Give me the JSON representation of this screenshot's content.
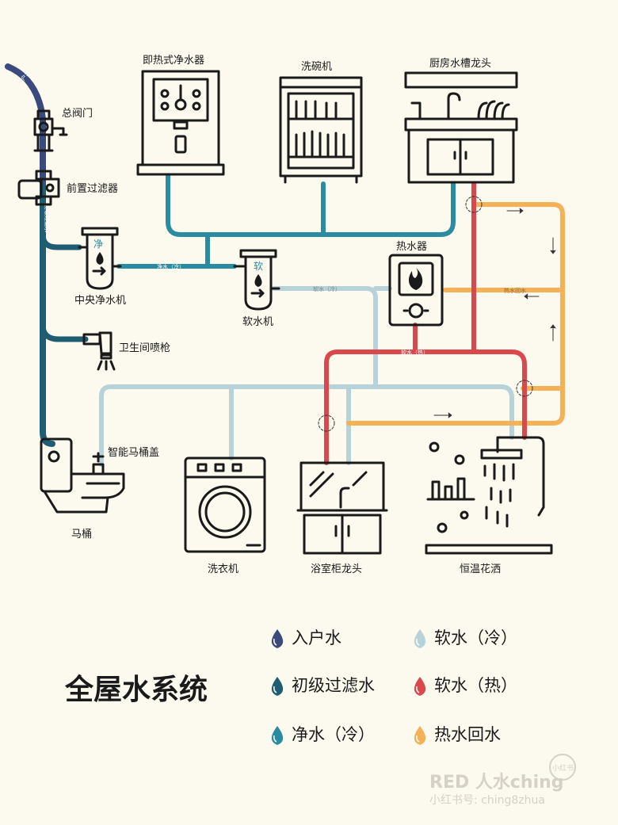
{
  "diagram": {
    "title": "全屋水系统",
    "nodes": {
      "main_valve": "总阀门",
      "pre_filter": "前置过滤器",
      "central_purifier": "中央净水机",
      "purifier_glyph": "净",
      "softener": "软水机",
      "softener_glyph": "软",
      "bidet_gun": "卫生间喷枪",
      "smart_seat": "智能马桶盖",
      "toilet": "马桶",
      "instant_purifier": "即热式净水器",
      "dishwasher": "洗碗机",
      "kitchen_faucet": "厨房水槽龙头",
      "water_heater": "热水器",
      "washing_machine": "洗衣机",
      "bath_cabinet_faucet": "浴室柜龙头",
      "thermo_shower": "恒温花洒"
    },
    "pipe_labels": {
      "inlet": "入户水",
      "primary": "初级过滤水",
      "pure_cold": "净水（冷）",
      "soft_cold": "软水（冷）",
      "soft_hot": "软水（热）",
      "recirc": "热水回水"
    },
    "legend": [
      {
        "label": "入户水",
        "color": "#3b4a7c"
      },
      {
        "label": "软水（冷）",
        "color": "#b8d2d9"
      },
      {
        "label": "初级过滤水",
        "color": "#1f5d73"
      },
      {
        "label": "软水（热）",
        "color": "#d9484b"
      },
      {
        "label": "净水（冷）",
        "color": "#2b8ba1"
      },
      {
        "label": "热水回水",
        "color": "#f4b155"
      }
    ],
    "colors": {
      "inlet": "#3b4a7c",
      "primary": "#1f5d73",
      "pure": "#2b8ba1",
      "soft_cold": "#b8d2d9",
      "soft_hot": "#d9484b",
      "recirc": "#f4b155"
    },
    "watermark": {
      "line1": "RED 人水ching",
      "line2": "小红书号: ching8zhua",
      "badge": "小红书"
    }
  }
}
